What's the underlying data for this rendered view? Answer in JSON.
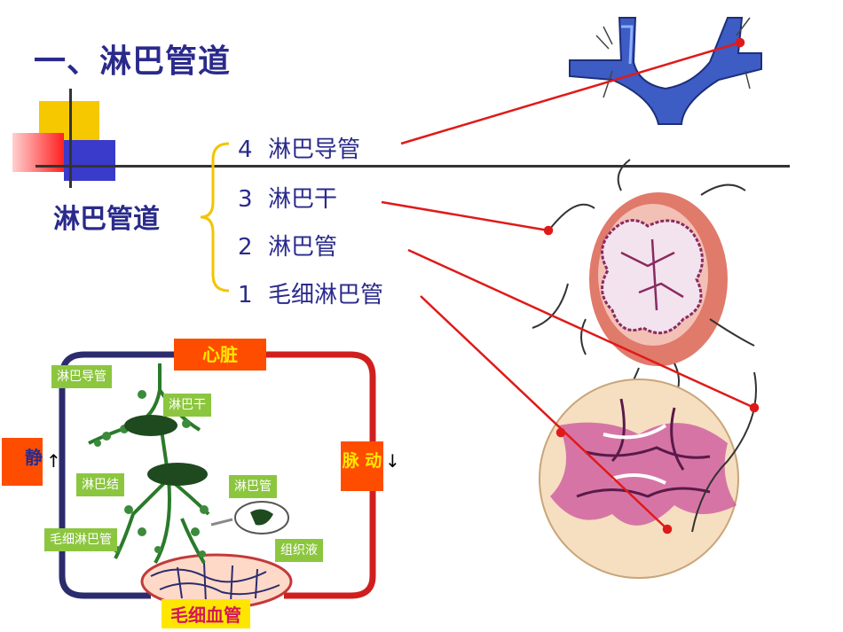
{
  "slide": {
    "title": "一、淋巴管道",
    "left_label": "淋巴管道",
    "items": [
      {
        "num": "4",
        "label": "淋巴导管"
      },
      {
        "num": "3",
        "label": "淋巴干"
      },
      {
        "num": "2",
        "label": "淋巴管"
      },
      {
        "num": "1",
        "label": "毛细淋巴管"
      }
    ]
  },
  "circulation_diagram": {
    "heart": "心脏",
    "vein": "静",
    "vein_arrow": "↑",
    "artery": "脉 动",
    "artery_arrow": "↓",
    "capillary": "毛细血管",
    "labels": {
      "duct": "淋巴导管",
      "trunk": "淋巴干",
      "node": "淋巴结",
      "vessel": "淋巴管",
      "capillary_lymph": "毛细淋巴管",
      "tissue_fluid": "组织液"
    }
  },
  "colors": {
    "title": "#2a2a8c",
    "annotation_line": "#e01a1a",
    "bracket": "#f2c500",
    "label_green": "#8cc63f",
    "label_yellow": "#ffe600",
    "label_red": "#ff4d00",
    "vein": "#2b2b6e",
    "artery": "#d0201e"
  }
}
